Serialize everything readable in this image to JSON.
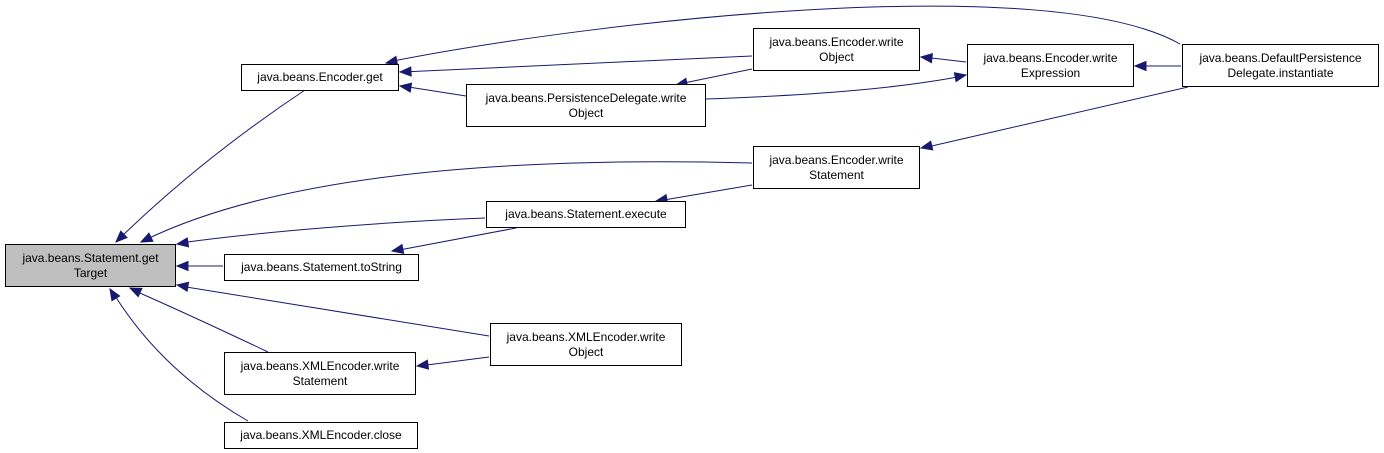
{
  "colors": {
    "edge": "#191970",
    "focus_fill": "#bfbfbf",
    "node_fill": "#ffffff",
    "border": "#000000"
  },
  "nodes": {
    "target": {
      "lines": [
        "java.beans.Statement.get",
        "Target"
      ],
      "focus": true
    },
    "enc_get": {
      "lines": [
        "java.beans.Encoder.get"
      ]
    },
    "pd_wo": {
      "lines": [
        "java.beans.PersistenceDelegate.write",
        "Object"
      ]
    },
    "enc_wo": {
      "lines": [
        "java.beans.Encoder.write",
        "Object"
      ]
    },
    "enc_we": {
      "lines": [
        "java.beans.Encoder.write",
        "Expression"
      ]
    },
    "dpd": {
      "lines": [
        "java.beans.DefaultPersistence",
        "Delegate.instantiate"
      ]
    },
    "enc_ws": {
      "lines": [
        "java.beans.Encoder.write",
        "Statement"
      ]
    },
    "st_exec": {
      "lines": [
        "java.beans.Statement.execute"
      ]
    },
    "st_tostr": {
      "lines": [
        "java.beans.Statement.toString"
      ]
    },
    "xml_wo": {
      "lines": [
        "java.beans.XMLEncoder.write",
        "Object"
      ]
    },
    "xml_ws": {
      "lines": [
        "java.beans.XMLEncoder.write",
        "Statement"
      ]
    },
    "xml_close": {
      "lines": [
        "java.beans.XMLEncoder.close"
      ]
    }
  },
  "edges": [
    {
      "from": "enc_get",
      "to": "target"
    },
    {
      "from": "enc_ws",
      "to": "target"
    },
    {
      "from": "st_exec",
      "to": "target"
    },
    {
      "from": "st_tostr",
      "to": "target"
    },
    {
      "from": "xml_wo",
      "to": "target"
    },
    {
      "from": "xml_ws",
      "to": "target"
    },
    {
      "from": "xml_close",
      "to": "target"
    },
    {
      "from": "enc_wo",
      "to": "enc_get"
    },
    {
      "from": "pd_wo",
      "to": "enc_get"
    },
    {
      "from": "dpd",
      "to": "enc_get"
    },
    {
      "from": "enc_wo",
      "to": "pd_wo"
    },
    {
      "from": "enc_we",
      "to": "enc_wo"
    },
    {
      "from": "pd_wo",
      "to": "enc_we"
    },
    {
      "from": "dpd",
      "to": "enc_we"
    },
    {
      "from": "dpd",
      "to": "enc_ws"
    },
    {
      "from": "enc_ws",
      "to": "st_exec"
    },
    {
      "from": "st_exec",
      "to": "st_tostr"
    },
    {
      "from": "xml_wo",
      "to": "xml_ws"
    }
  ]
}
